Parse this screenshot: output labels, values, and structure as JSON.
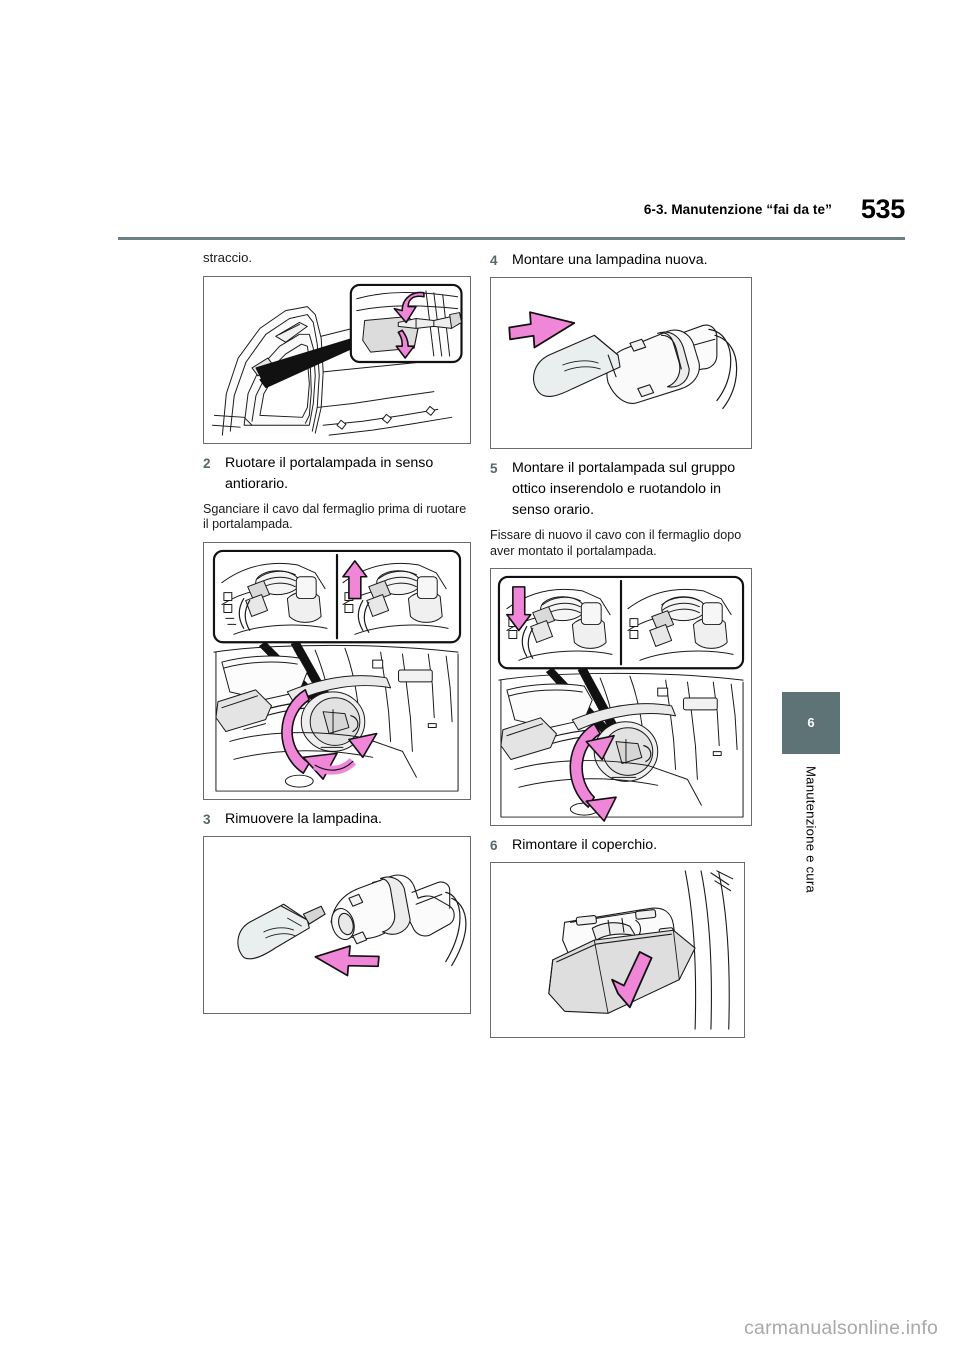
{
  "header": {
    "chapter": "6-3. Manutenzione “fai da te”",
    "page_number": "535",
    "rule_color": "#6d8184"
  },
  "side_tab": {
    "number": "6",
    "label": "Manutenzione e cura",
    "background": "#5e7376"
  },
  "colors": {
    "arrow_pink": "#ef86d8",
    "step_number": "#55686b",
    "figure_border": "#6a6a6a",
    "watermark": "#a8a8a8"
  },
  "left_column": {
    "continued_text": "straccio.",
    "figure1": {
      "name": "liftgate-cover-removal-illustration",
      "caption": "Vano bagagliaio con dettaglio ingrandito: cacciavite che solleva il coperchio"
    },
    "step2": {
      "number": "2",
      "text": "Ruotare il portalampada in senso antiorario."
    },
    "note2": "Sganciare il cavo dal fermaglio prima di ruotare il portalampada.",
    "figure2": {
      "name": "socket-counterclockwise-illustration",
      "caption": "Portalampada ruotato in senso antiorario con cavo sganciato dal fermaglio"
    },
    "step3": {
      "number": "3",
      "text": "Rimuovere la lampadina."
    },
    "figure3": {
      "name": "bulb-removal-illustration",
      "caption": "Lampadina estratta dal portalampada"
    }
  },
  "right_column": {
    "step4": {
      "number": "4",
      "text": "Montare una lampadina nuova."
    },
    "figure4": {
      "name": "new-bulb-insertion-illustration",
      "caption": "Lampadina nuova inserita nel portalampada"
    },
    "step5": {
      "number": "5",
      "text": "Montare il portalampada sul gruppo ottico inserendolo e ruotandolo in senso orario."
    },
    "note5": "Fissare di nuovo il cavo con il fermaglio dopo aver montato il portalampada.",
    "figure5": {
      "name": "socket-clockwise-illustration",
      "caption": "Portalampada montato e ruotato in senso orario con cavo fissato al fermaglio"
    },
    "step6": {
      "number": "6",
      "text": "Rimontare il coperchio."
    },
    "figure6": {
      "name": "cover-reinstall-illustration",
      "caption": "Coperchio rimontato spingendolo verso l'alto"
    }
  },
  "footer": {
    "watermark": "carmanualsonline.info"
  }
}
